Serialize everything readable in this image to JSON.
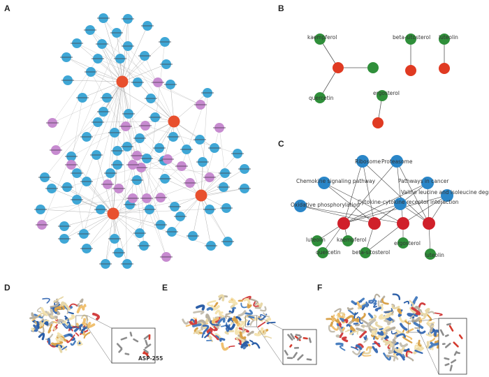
{
  "panels": {
    "A": "A",
    "B": "B",
    "C": "C",
    "D": "D",
    "E": "E",
    "F": "F"
  },
  "colors": {
    "mirna": "#3fa7d6",
    "lncrna": "#c78bd0",
    "target": "#e8502e",
    "ingredient": "#2f8f3a",
    "pathway": "#2a86c8",
    "target_c": "#d0202a"
  },
  "panel_b": {
    "ingredients": [
      "kaempferol",
      "quercetin",
      "beta-sitosterol",
      "luteolin",
      "ergosterol",
      ""
    ],
    "edges_note": ""
  },
  "panel_c": {
    "pathways": [
      "Ribosome",
      "Proteasome",
      "Chemokine signaling pathway",
      "Pathways in cancer",
      "Valine leucine and isoleucine degradation",
      "Oxidative phosphorylation",
      "Cytokine-cytokine receptor interaction"
    ],
    "ingredients": [
      "luteolin",
      "kaempferol",
      "quercetin",
      "beta-sitosterol",
      "ergosterol",
      "luteolin"
    ]
  },
  "panel_d": {
    "residue": "ASP-255"
  }
}
